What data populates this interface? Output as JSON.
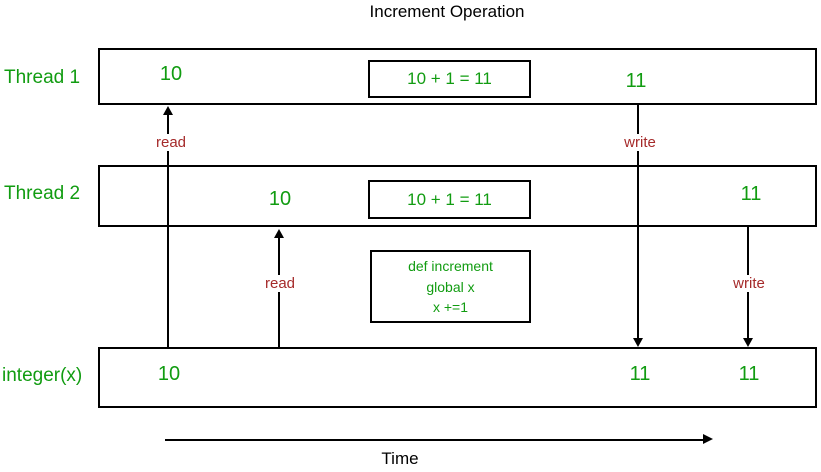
{
  "title": "Increment Operation",
  "colors": {
    "value_green": "#119c11",
    "arrow_label_red": "#a52a2a",
    "line_black": "#000000"
  },
  "threads": {
    "thread1": {
      "label": "Thread 1",
      "read_value": "10",
      "operation": "10 + 1 = 11",
      "result_value": "11"
    },
    "thread2": {
      "label": "Thread 2",
      "read_value": "10",
      "operation": "10 + 1 = 11",
      "result_value": "11"
    }
  },
  "shared_variable": {
    "label": "integer(x)",
    "initial_value": "10",
    "after_thread1_write": "11",
    "after_thread2_write": "11"
  },
  "increment_function": {
    "lines": [
      "def increment",
      "global x",
      "x +=1"
    ]
  },
  "arrow_labels": {
    "thread1_read": "read",
    "thread2_read": "read",
    "thread1_write": "write",
    "thread2_write": "write"
  },
  "time_axis": {
    "label": "Time"
  }
}
